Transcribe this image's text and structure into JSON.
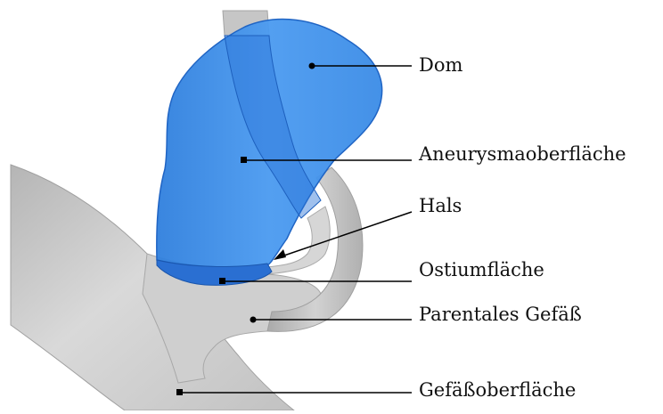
{
  "diagram": {
    "labels": {
      "dome": "Dom",
      "aneurysm_surface": "Aneurysmaoberfläche",
      "neck": "Hals",
      "ostium_surface": "Ostiumfläche",
      "parent_vessel": "Parentales Gefäß",
      "vessel_surface": "Gefäßoberfläche"
    },
    "colors": {
      "aneurysm_fill": "#3d8ee6",
      "aneurysm_edge": "#1f64c4",
      "ostium": "#2a6fd2",
      "vessel_fill": "#c9c9c9",
      "vessel_shadow": "#9d9d9d",
      "leader_line": "#000000"
    }
  }
}
